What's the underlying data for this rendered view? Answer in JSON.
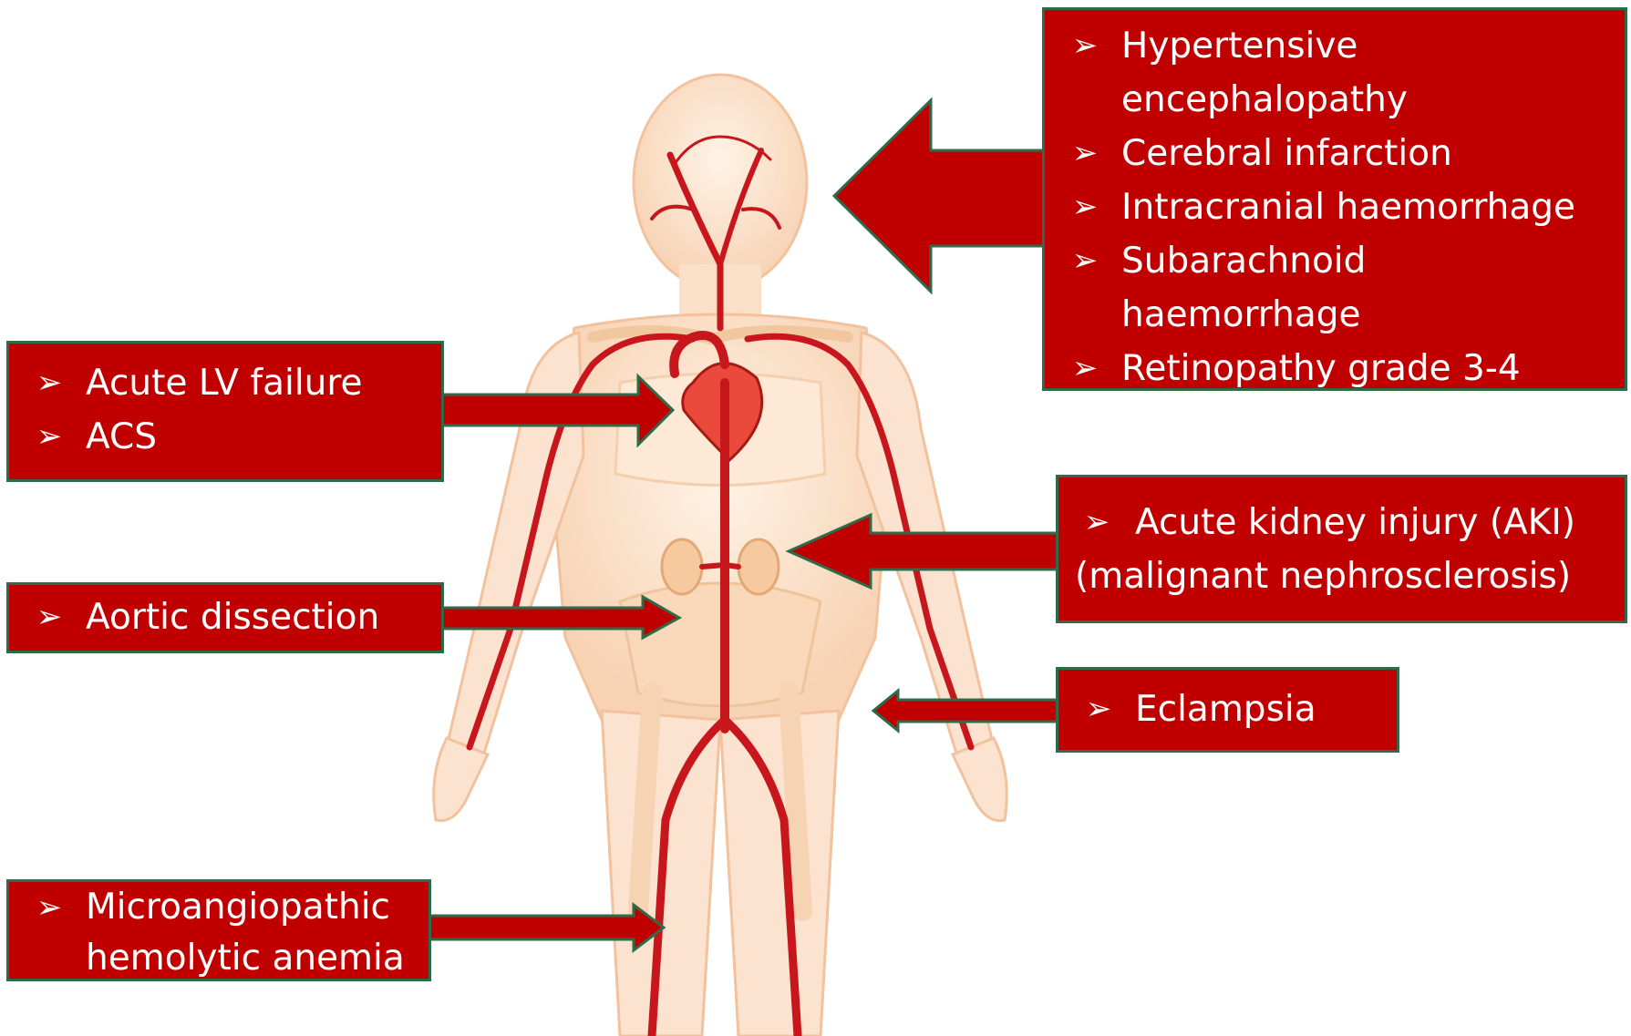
{
  "colors": {
    "box_fill": "#c00000",
    "box_border": "#2f6b4a",
    "artery": "#c8161d",
    "body_skin": "#fbe3cf",
    "organ": "#f6c99f",
    "text": "#ffffff"
  },
  "bullet_icon": "arrowhead-bullet-icon",
  "bullet_symbol": "➢",
  "boxes": {
    "brain": {
      "items": [
        {
          "line1": "Hypertensive",
          "line2": "encephalopathy"
        },
        {
          "line1": "Cerebral infarction"
        },
        {
          "line1": "Intracranial haemorrhage"
        },
        {
          "line1": "Subarachnoid",
          "line2": "haemorrhage"
        },
        {
          "line1": "Retinopathy grade 3-4"
        }
      ]
    },
    "heart": {
      "items": [
        {
          "line1": "Acute LV failure"
        },
        {
          "line1": "ACS"
        }
      ]
    },
    "kidney": {
      "line1": "Acute kidney injury (AKI)",
      "line2": "(malignant nephrosclerosis)"
    },
    "aorta": {
      "items": [
        {
          "line1": "Aortic  dissection"
        }
      ]
    },
    "pregnancy": {
      "items": [
        {
          "line1": "Eclampsia"
        }
      ]
    },
    "blood": {
      "items": [
        {
          "line1": "Microangiopathic",
          "line2": "hemolytic anemia"
        }
      ]
    }
  }
}
